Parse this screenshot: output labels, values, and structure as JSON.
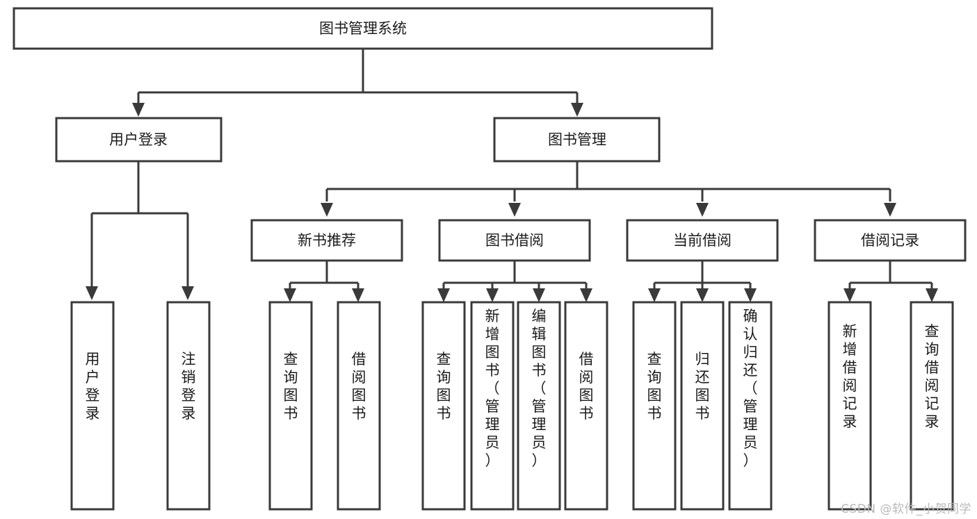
{
  "diagram": {
    "type": "tree",
    "title": "图书管理系统",
    "watermark": "CSDN @软件_小贺同学",
    "colors": {
      "box_fill": "#ffffff",
      "box_stroke": "#3a3a3a",
      "text": "#1b1b1b",
      "watermark": "#b9b9b9",
      "background": "#ffffff"
    },
    "levels": {
      "root": {
        "label": "图书管理系统"
      },
      "level2": [
        {
          "id": "user-login",
          "label": "用户登录"
        },
        {
          "id": "book-management",
          "label": "图书管理"
        }
      ],
      "level3": [
        {
          "id": "new-book-recommend",
          "label": "新书推荐",
          "parent": "book-management"
        },
        {
          "id": "book-borrow",
          "label": "图书借阅",
          "parent": "book-management"
        },
        {
          "id": "current-borrow",
          "label": "当前借阅",
          "parent": "book-management"
        },
        {
          "id": "borrow-record",
          "label": "借阅记录",
          "parent": "book-management"
        }
      ],
      "leaves": [
        {
          "id": "leaf-user-login",
          "label": "用户登录",
          "parent": "user-login"
        },
        {
          "id": "leaf-logout-login",
          "label": "注销登录",
          "parent": "user-login"
        },
        {
          "id": "leaf-query-book-1",
          "label": "查询图书",
          "parent": "new-book-recommend"
        },
        {
          "id": "leaf-borrow-book-1",
          "label": "借阅图书",
          "parent": "new-book-recommend"
        },
        {
          "id": "leaf-query-book-2",
          "label": "查询图书",
          "parent": "book-borrow"
        },
        {
          "id": "leaf-add-book",
          "label": "新增图书（管理员）",
          "parent": "book-borrow"
        },
        {
          "id": "leaf-edit-book",
          "label": "编辑图书（管理员）",
          "parent": "book-borrow"
        },
        {
          "id": "leaf-borrow-book-2",
          "label": "借阅图书",
          "parent": "book-borrow"
        },
        {
          "id": "leaf-query-book-3",
          "label": "查询图书",
          "parent": "current-borrow"
        },
        {
          "id": "leaf-return-book",
          "label": "归还图书",
          "parent": "current-borrow"
        },
        {
          "id": "leaf-confirm-return",
          "label": "确认归还（管理员）",
          "parent": "current-borrow"
        },
        {
          "id": "leaf-add-record",
          "label": "新增借阅记录",
          "parent": "borrow-record"
        },
        {
          "id": "leaf-query-record",
          "label": "查询借阅记录",
          "parent": "borrow-record"
        }
      ]
    }
  }
}
